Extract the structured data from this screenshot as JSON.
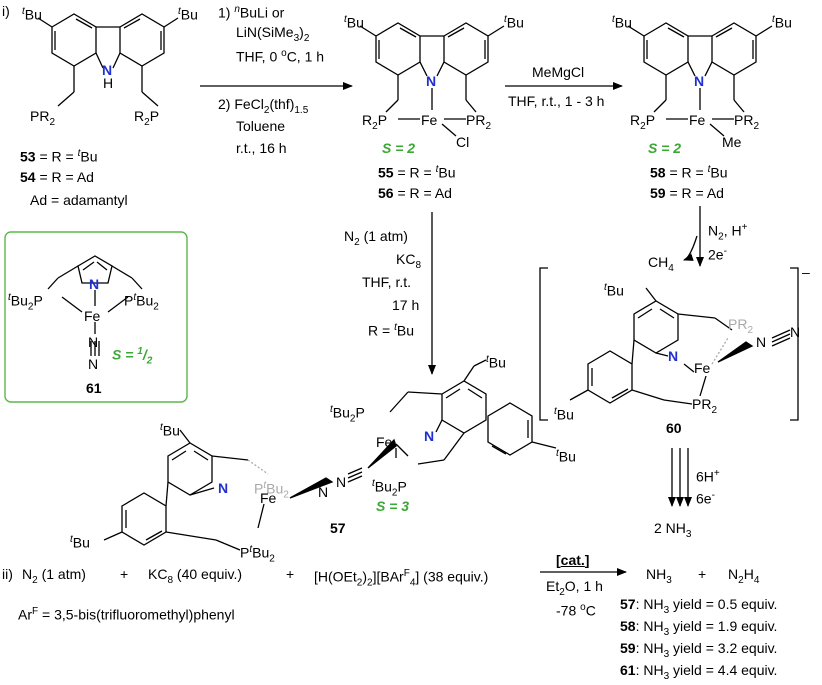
{
  "part_i_label": "i)",
  "part_ii_label": "ii)",
  "compounds": {
    "c53": "53",
    "c53_def": " = R = ",
    "c54": "54",
    "c54_def": " = R = Ad",
    "ad_def": "Ad = adamantyl",
    "c55": "55",
    "c55_def": " = R = ",
    "c56": "56",
    "c56_def": " = R = Ad",
    "c58": "58",
    "c58_def": " = R = ",
    "c59": "59",
    "c59_def": " = R = Ad",
    "c57": "57",
    "c60": "60",
    "c61": "61"
  },
  "spin_states": {
    "s55": "S = 2",
    "s58": "S = 2",
    "s57": "S = 3",
    "s61_prefix": "S = ",
    "s61_num": "1",
    "s61_den": "2"
  },
  "atoms": {
    "tbu_t": "t",
    "tbu_bu": "Bu",
    "n": "N",
    "h": "H",
    "p": "P",
    "fe": "Fe",
    "cl": "Cl",
    "me": "Me",
    "pr2_left": "PR",
    "pr2_right": "R",
    "sub2": "2"
  },
  "step1": {
    "line1_sup": "n",
    "line1": "1) ",
    "line1_rest": "BuLi or",
    "line2": "LiN(SiMe",
    "line2_sub": "3",
    "line2_end": ")",
    "line2_sub2": "2",
    "line3": "THF, 0 ",
    "line3_sup": "o",
    "line3_end": "C, 1 h",
    "line4": "2) FeCl",
    "line4_sub": "2",
    "line4_mid": "(thf)",
    "line4_sub2": "1.5",
    "line5": "Toluene",
    "line6": "r.t., 16 h"
  },
  "step2": {
    "line1": "MeMgCl",
    "line2": "THF, r.t., 1 - 3 h"
  },
  "step3": {
    "line1": "N",
    "line1_rest": " (1 atm)",
    "line2": "KC",
    "line2_sub": "8",
    "line3": "THF, r.t.",
    "line4": "17 h",
    "line5": "R = "
  },
  "step4": {
    "n2h": "N",
    "n2h_rest": ", H",
    "plus": "+",
    "two_e": "2e",
    "minus": "-",
    "ch4": "CH",
    "ch4_sub": "4"
  },
  "step5": {
    "six_h": "6H",
    "six_e": "6e",
    "product": "2 NH",
    "product_sub": "3"
  },
  "charge": "–",
  "part_ii": {
    "n2": "N",
    "n2_rest": " (1 atm)",
    "plus1": "+",
    "kc8": "KC",
    "kc8_sub": "8",
    "kc8_rest": " (40 equiv.)",
    "plus2": "+",
    "acid": "[H(OEt",
    "acid_sub": "2",
    "acid_mid": ")",
    "acid_sub2": "2",
    "acid_mid2": "][BAr",
    "acid_sup": "F",
    "acid_mid3": "",
    "acid_sub3": "4",
    "acid_end": "] (38 equiv.)",
    "cat": "cat.",
    "solvent": "Et",
    "solvent_sub": "2",
    "solvent_rest": "O, 1 h",
    "temp": "-78 ",
    "temp_sup": "o",
    "temp_end": "C",
    "nh3": "NH",
    "nh3_sub": "3",
    "plus3": "+",
    "n2h4": "N",
    "n2h4_sub": "2",
    "n2h4_mid": "H",
    "n2h4_sub2": "4",
    "arf_def": "Ar",
    "arf_sup": "F",
    "arf_rest": " = 3,5-bis(trifluoromethyl)phenyl",
    "yields": [
      {
        "id": "57",
        "text": ": NH",
        "sub": "3",
        "rest": " yield = 0.5 equiv."
      },
      {
        "id": "58",
        "text": ": NH",
        "sub": "3",
        "rest": " yield = 1.9 equiv."
      },
      {
        "id": "59",
        "text": ": NH",
        "sub": "3",
        "rest": " yield = 3.2 equiv."
      },
      {
        "id": "61",
        "text": ": NH",
        "sub": "3",
        "rest": " yield = 4.4 equiv."
      }
    ]
  },
  "colors": {
    "nitrogen": "#1f2fd1",
    "spin": "#3aa832",
    "box": "#5bb84a",
    "grey_atom": "#a9a9a9"
  }
}
